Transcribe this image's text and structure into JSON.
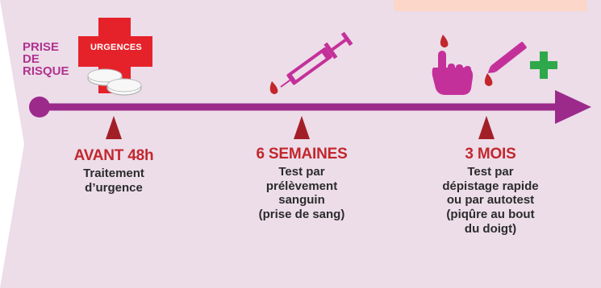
{
  "start_label": "PRISE\nDE\nRISQUE",
  "icons": {
    "urgences_badge_text": "URGENCES",
    "colors": {
      "arrow": "#9c2a8b",
      "cross_red": "#e5222a",
      "dark_red": "#a31f27",
      "pink": "#c4309a",
      "green": "#2ea84a",
      "band": "#ecdde9",
      "peach": "#fbd6c9"
    }
  },
  "milestones": [
    {
      "heading": "AVANT 48h",
      "text": "Traitement\nd’urgence"
    },
    {
      "heading": "6 SEMAINES",
      "text": "Test par\nprélèvement\nsanguin\n(prise de sang)"
    },
    {
      "heading": "3 MOIS",
      "text": "Test par\ndépistage rapide\nou par autotest\n(piqûre au bout\ndu doigt)"
    }
  ]
}
